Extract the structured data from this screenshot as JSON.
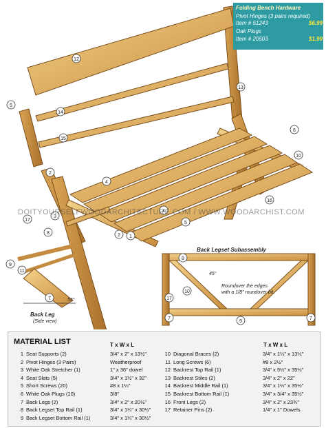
{
  "hardware": {
    "title": "Folding Bench Hardware",
    "item1_desc": "Pivot Hinges (3 pairs required)",
    "item1_num": "Item # 51243",
    "item1_price": "$6.99",
    "item2_desc": "Oak Plugs",
    "item2_num": "Item # 20503",
    "item2_price": "$1.99"
  },
  "watermark": "DOITYOURSELFWOODARCHITECTURE.COM / WWW.WOODARCHIST.COM",
  "drawing": {
    "callouts": [
      "12",
      "14",
      "13",
      "5",
      "15",
      "6",
      "10",
      "4",
      "2",
      "16",
      "3",
      "17",
      "5",
      "4",
      "1",
      "2",
      "8",
      "11",
      "9",
      "7"
    ],
    "back_leg_label": "Back Leg",
    "back_leg_sub": "(Side view)",
    "angle": "55°",
    "sub_title": "Back Legset Subassembly",
    "sub_angle": "45°",
    "sub_note_1": "Roundover the edges",
    "sub_note_2": "with a 1/8\" roundover bit.",
    "sub_callouts": [
      "8",
      "10",
      "17",
      "7",
      "9",
      "7"
    ]
  },
  "material": {
    "title": "MATERIAL LIST",
    "header": "T x W x L",
    "left": [
      {
        "n": "1",
        "name": "Seat Supports (2)",
        "dim": "3/4\" x 2\" x 13½\""
      },
      {
        "n": "2",
        "name": "Pivot Hinges (3 Pairs)",
        "dim": "Weatherproof"
      },
      {
        "n": "3",
        "name": "White Oak Stretcher (1)",
        "dim": "1\" x 36\" dowel"
      },
      {
        "n": "4",
        "name": "Seat Slats (5)",
        "dim": "3/4\" x 1½\" x 32\""
      },
      {
        "n": "5",
        "name": "Short Screws (20)",
        "dim": "#8 x 1¼\""
      },
      {
        "n": "6",
        "name": "White Oak Plugs (10)",
        "dim": "3/8\""
      },
      {
        "n": "7",
        "name": "Back Legs (2)",
        "dim": "3/4\" x 2\" x 20½\""
      },
      {
        "n": "8",
        "name": "Back Legset Top Rail (1)",
        "dim": "3/4\" x 1¼\" x 30½\""
      },
      {
        "n": "9",
        "name": "Back Legset Bottom Rail (1)",
        "dim": "3/4\" x 1¼\" x 30½\""
      }
    ],
    "right": [
      {
        "n": "10",
        "name": "Diagonal Braces (2)",
        "dim": "3/4\" x 1¼\" x 13½\""
      },
      {
        "n": "11",
        "name": "Long Screws (6)",
        "dim": "#8 x 2½\""
      },
      {
        "n": "12",
        "name": "Backrest Top Rail (1)",
        "dim": "3/4\" x 5½\" x 35½\""
      },
      {
        "n": "13",
        "name": "Backrest Stiles (2)",
        "dim": "3/4\" x 2\" x 22\""
      },
      {
        "n": "14",
        "name": "Backrest Middle Rail (1)",
        "dim": "3/4\" x 1¼\" x 35½\""
      },
      {
        "n": "15",
        "name": "Backrest Bottom Rail (1)",
        "dim": "3/4\" x 3/4\" x 35½\""
      },
      {
        "n": "16",
        "name": "Front Legs (2)",
        "dim": "3/4\" x 2\" x 23¾\""
      },
      {
        "n": "17",
        "name": "Retainer Pins (2)",
        "dim": "1/4\" x 1\" Dowels"
      }
    ]
  }
}
